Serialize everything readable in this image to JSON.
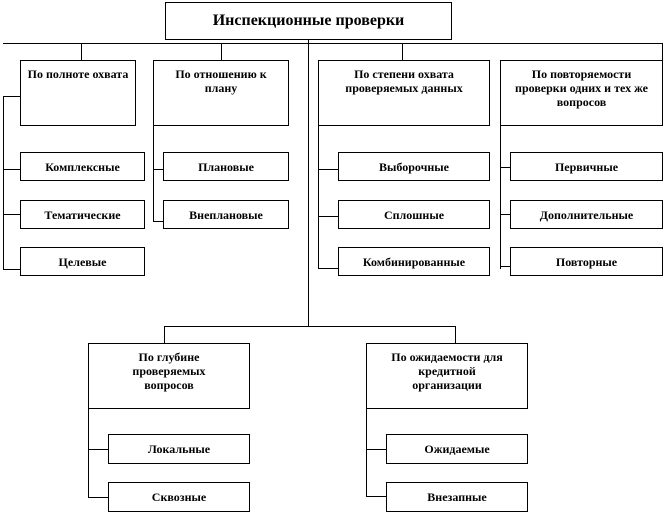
{
  "title": "Инспекционные проверки",
  "categories": {
    "completeness": {
      "label": "По полноте охвата",
      "items": [
        "Комплексные",
        "Тематические",
        "Целевые"
      ]
    },
    "plan": {
      "label": "По отношению к плану",
      "items": [
        "Плановые",
        "Внеплановые"
      ]
    },
    "data_coverage": {
      "label": "По степени охвата проверяемых данных",
      "items": [
        "Выборочные",
        "Сплошные",
        "Комбинированные"
      ]
    },
    "repeatability": {
      "label": "По повторяемости проверки одних и тех же вопросов",
      "items": [
        "Первичные",
        "Дополнительные",
        "Повторные"
      ]
    },
    "depth": {
      "label": "По глубине проверяемых вопросов",
      "items": [
        "Локальные",
        "Сквозные"
      ]
    },
    "expectedness": {
      "label": "По ожидаемости для кредитной организации",
      "items": [
        "Ожидаемые",
        "Внезапные"
      ]
    }
  }
}
